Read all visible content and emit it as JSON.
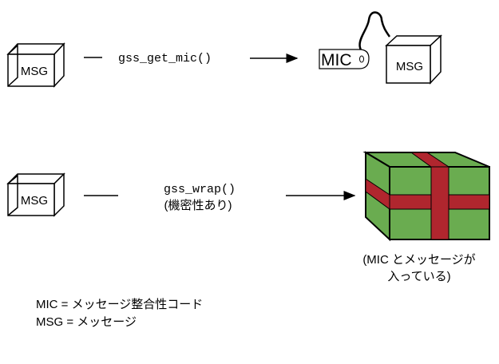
{
  "msg_label": "MSG",
  "mic_label": "MIC",
  "row1": {
    "function": "gss_get_mic()"
  },
  "row2": {
    "function": "gss_wrap()",
    "note": "(機密性あり)"
  },
  "package_caption": {
    "line1": "(MIC とメッセージが",
    "line2": "入っている)"
  },
  "legend": {
    "mic": "MIC = メッセージ整合性コード",
    "msg": "MSG = メッセージ"
  },
  "colors": {
    "package_green": "#6aac50",
    "ribbon_red": "#b0262e"
  }
}
